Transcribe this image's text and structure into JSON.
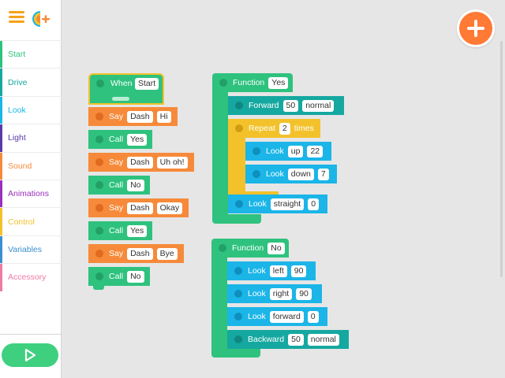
{
  "sidebar": {
    "categories": [
      {
        "label": "Start",
        "color": "#2ec27e"
      },
      {
        "label": "Drive",
        "color": "#15a8a0"
      },
      {
        "label": "Look",
        "color": "#1bb5e8"
      },
      {
        "label": "Light",
        "color": "#5b3aa8"
      },
      {
        "label": "Sound",
        "color": "#f68a3a"
      },
      {
        "label": "Animations",
        "color": "#9b2fbf"
      },
      {
        "label": "Control",
        "color": "#f3c22b"
      },
      {
        "label": "Variables",
        "color": "#3a8fd0"
      },
      {
        "label": "Accessory",
        "color": "#f07aa6"
      }
    ],
    "play_icon": "play-icon",
    "menu_icon": "hamburger-menu-icon"
  },
  "canvas": {
    "add_button_icon": "plus-icon"
  },
  "program": {
    "main": {
      "hat": {
        "label": "When",
        "value": "Start"
      },
      "blocks": [
        {
          "label": "Say",
          "robot": "Dash",
          "value": "Hi"
        },
        {
          "label": "Call",
          "value": "Yes"
        },
        {
          "label": "Say",
          "robot": "Dash",
          "value": "Uh oh!"
        },
        {
          "label": "Call",
          "value": "No"
        },
        {
          "label": "Say",
          "robot": "Dash",
          "value": "Okay"
        },
        {
          "label": "Call",
          "value": "Yes"
        },
        {
          "label": "Say",
          "robot": "Dash",
          "value": "Bye"
        },
        {
          "label": "Call",
          "value": "No"
        }
      ]
    },
    "function_yes": {
      "label": "Function",
      "name": "Yes",
      "forward": {
        "label": "Forward",
        "distance": "50",
        "speed": "normal"
      },
      "repeat": {
        "label": "Repeat",
        "count": "2",
        "suffix": "times"
      },
      "look_up": {
        "label": "Look",
        "direction": "up",
        "angle": "22"
      },
      "look_down": {
        "label": "Look",
        "direction": "down",
        "angle": "7"
      },
      "look_straight": {
        "label": "Look",
        "direction": "straight",
        "angle": "0"
      }
    },
    "function_no": {
      "label": "Function",
      "name": "No",
      "look_left": {
        "label": "Look",
        "direction": "left",
        "angle": "90"
      },
      "look_right": {
        "label": "Look",
        "direction": "right",
        "angle": "90"
      },
      "look_forward": {
        "label": "Look",
        "direction": "forward",
        "angle": "0"
      },
      "backward": {
        "label": "Backward",
        "distance": "50",
        "speed": "normal"
      }
    }
  }
}
